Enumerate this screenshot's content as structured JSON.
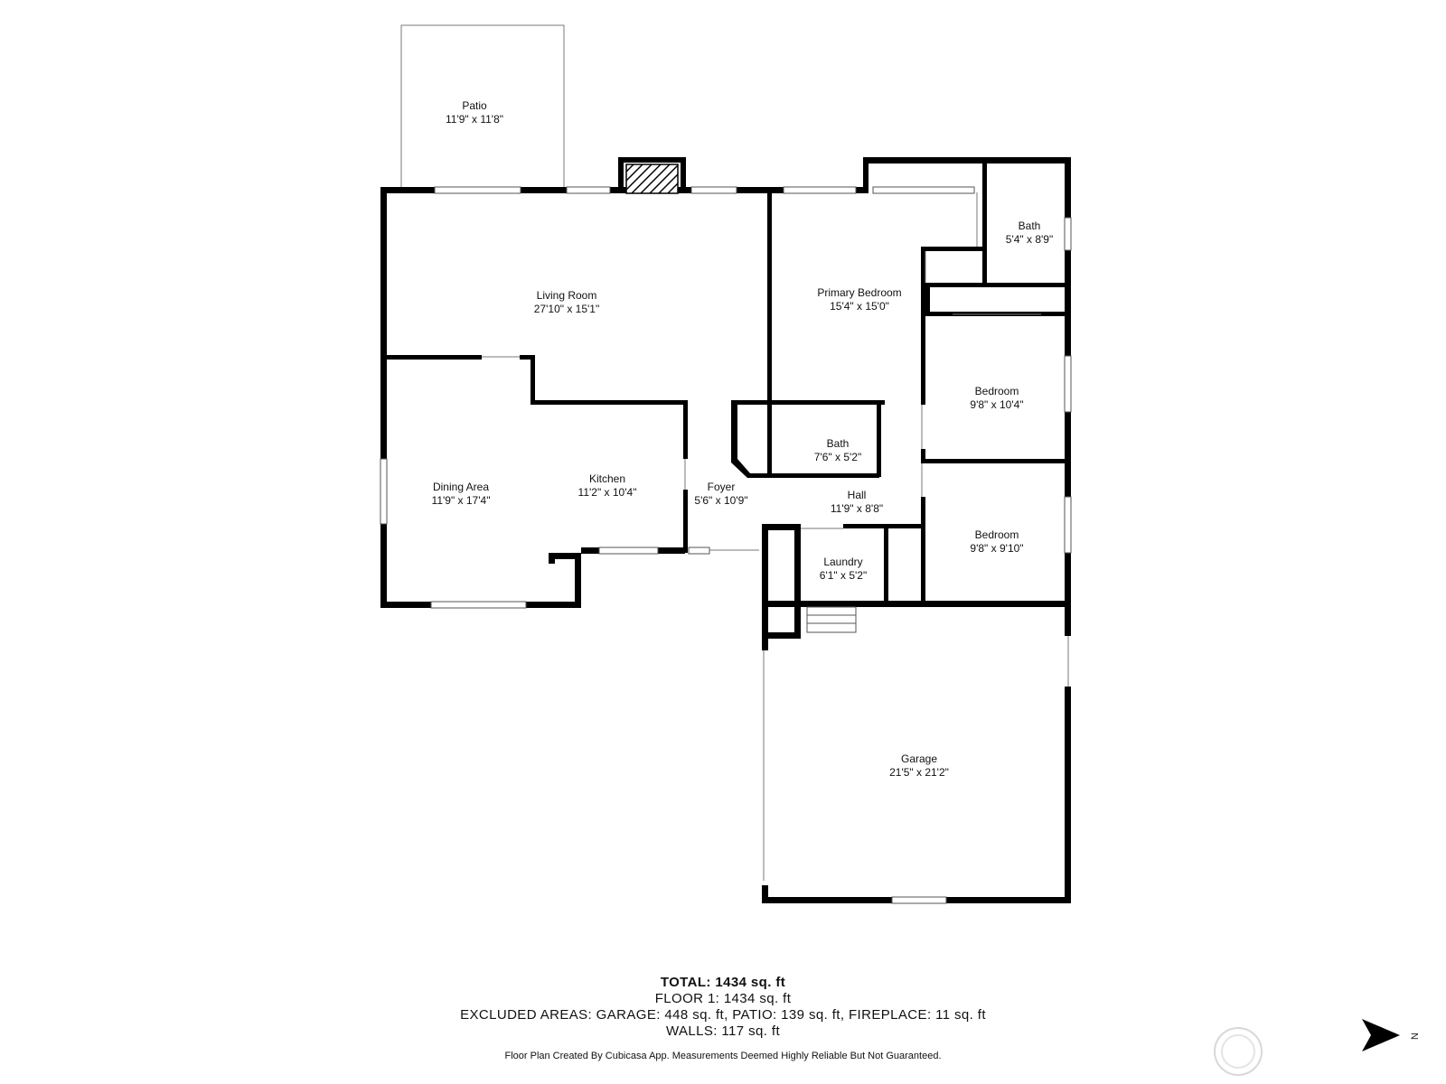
{
  "rooms": {
    "patio": {
      "name": "Patio",
      "dims": "11'9\" x 11'8\""
    },
    "living_room": {
      "name": "Living Room",
      "dims": "27'10\" x 15'1\""
    },
    "primary_bedroom": {
      "name": "Primary Bedroom",
      "dims": "15'4\" x 15'0\""
    },
    "primary_bath": {
      "name": "Bath",
      "dims": "5'4\" x 8'9\""
    },
    "bedroom_2": {
      "name": "Bedroom",
      "dims": "9'8\" x 10'4\""
    },
    "hall_bath": {
      "name": "Bath",
      "dims": "7'6\" x 5'2\""
    },
    "dining_area": {
      "name": "Dining Area",
      "dims": "11'9\" x 17'4\""
    },
    "kitchen": {
      "name": "Kitchen",
      "dims": "11'2\" x 10'4\""
    },
    "foyer": {
      "name": "Foyer",
      "dims": "5'6\" x 10'9\""
    },
    "hall": {
      "name": "Hall",
      "dims": "11'9\" x 8'8\""
    },
    "bedroom_3": {
      "name": "Bedroom",
      "dims": "9'8\" x 9'10\""
    },
    "laundry": {
      "name": "Laundry",
      "dims": "6'1\" x 5'2\""
    },
    "garage": {
      "name": "Garage",
      "dims": "21'5\" x 21'2\""
    }
  },
  "summary": {
    "total": "TOTAL: 1434 sq. ft",
    "floor1": "FLOOR 1: 1434 sq. ft",
    "excluded": "EXCLUDED AREAS: GARAGE: 448 sq. ft, PATIO: 139 sq. ft, FIREPLACE: 11 sq. ft",
    "walls": "WALLS: 117 sq. ft"
  },
  "disclaimer": "Floor Plan Created By Cubicasa App. Measurements Deemed Highly Reliable But Not Guaranteed.",
  "compass": {
    "label": "N",
    "icon": "north-arrow-icon"
  },
  "watermark": {
    "icon": "watermark-logo-icon"
  },
  "colors": {
    "wall": "#000000",
    "background": "#ffffff",
    "outline": "#7a7a7a"
  }
}
